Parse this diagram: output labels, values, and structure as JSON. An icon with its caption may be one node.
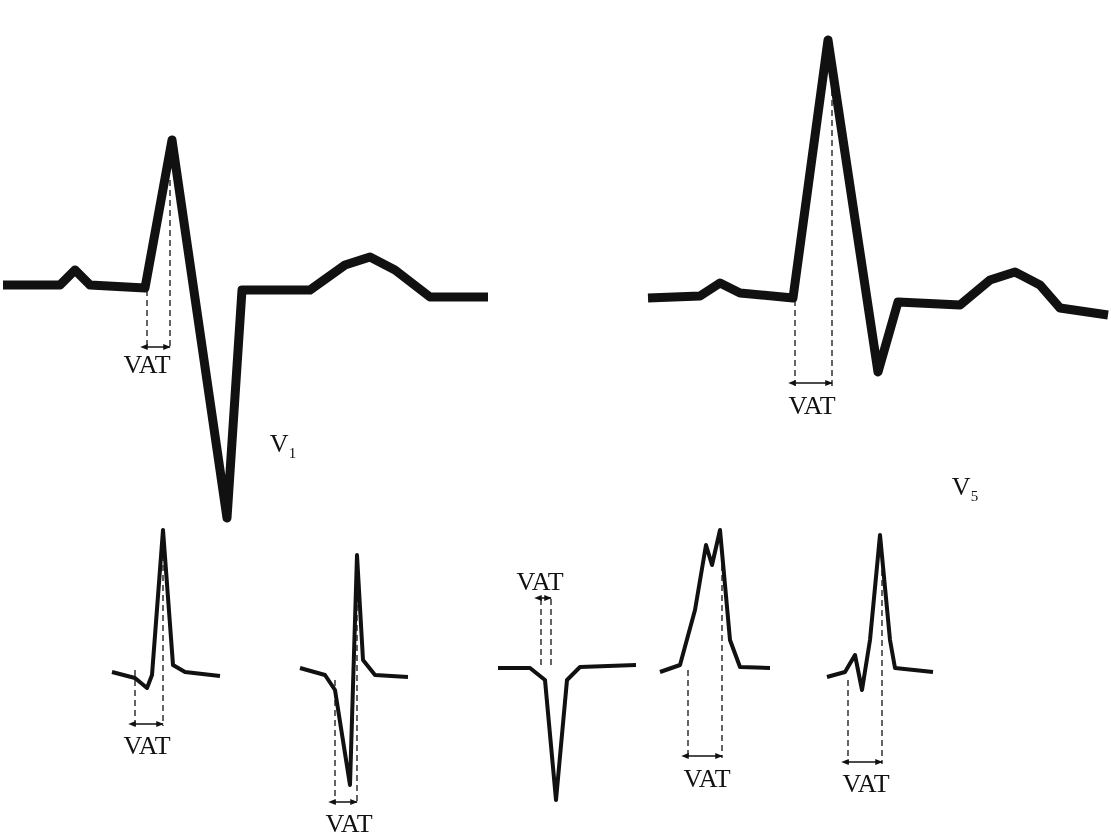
{
  "diagram": {
    "labels": [
      "VAT",
      "VAT",
      "V$_{1}$",
      "V$_{5}$",
      "VAT",
      "VAT",
      "VAT",
      "VAT",
      "VAT"
    ]
  }
}
